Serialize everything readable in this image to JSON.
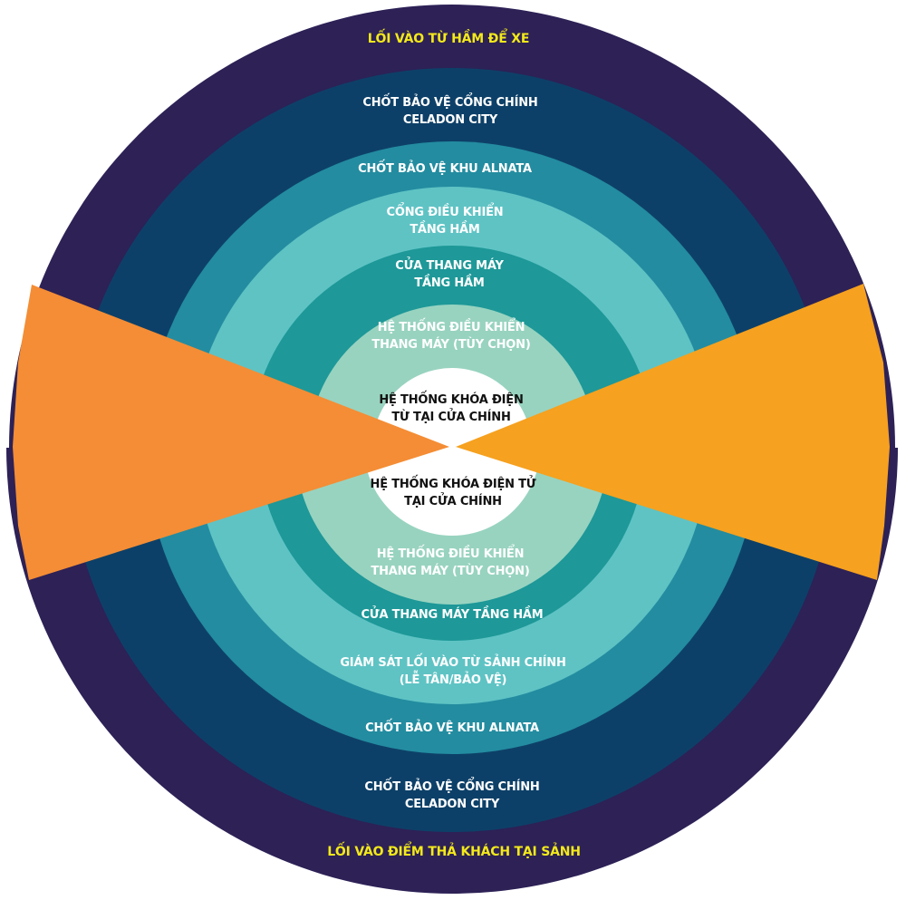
{
  "diagram": {
    "title": "Security layers diagram",
    "colors": {
      "ring_1_outer": "#2d2156",
      "ring_2": "#0d4068",
      "ring_3": "#238ca0",
      "ring_4": "#5fc3c4",
      "ring_5": "#1e9898",
      "ring_6": "#98d3c0",
      "core": "#ffffff",
      "wedge_left": "#f48d35",
      "wedge_right": "#f6a11f",
      "entry_text": "#f3e91a",
      "ring_text": "#ffffff",
      "core_text": "#111111"
    },
    "top": {
      "entry_label": "LỐI VÀO TỪ HẦM ĐỂ XE",
      "layers": [
        {
          "lines": [
            "CHỐT BẢO VỆ CỔNG CHÍNH",
            "CELADON CITY"
          ]
        },
        {
          "lines": [
            "CHỐT BẢO VỆ KHU ALNATA"
          ]
        },
        {
          "lines": [
            "CỔNG ĐIỀU KHIỂN",
            "TẦNG HẦM"
          ]
        },
        {
          "lines": [
            "CỬA THANG MÁY",
            "TẦNG HẦM"
          ]
        },
        {
          "lines": [
            "HỆ THỐNG ĐIỀU KHIỂN",
            "THANG MÁY (TÙY CHỌN)"
          ]
        }
      ],
      "core": {
        "lines": [
          "HỆ THỐNG KHÓA ĐIỆN",
          "TỪ TẠI CỬA CHÍNH"
        ]
      }
    },
    "bottom": {
      "entry_label": "LỐI VÀO ĐIỂM THẢ KHÁCH TẠI SẢNH",
      "layers": [
        {
          "lines": [
            "CHỐT BẢO VỆ CỔNG CHÍNH",
            "CELADON CITY"
          ]
        },
        {
          "lines": [
            "CHỐT BẢO VỆ KHU ALNATA"
          ]
        },
        {
          "lines": [
            "GIÁM SÁT LỐI VÀO TỪ SẢNH CHÍNH",
            "(LỄ TÂN/BẢO VỆ)"
          ]
        },
        {
          "lines": [
            "CỬA THANG MÁY TẦNG HẦM"
          ]
        },
        {
          "lines": [
            "HỆ THỐNG ĐIỀU KHIỂN",
            "THANG MÁY (TÙY CHỌN)"
          ]
        }
      ],
      "core": {
        "lines": [
          "HỆ THỐNG KHÓA ĐIỆN TỬ",
          "TẠI CỬA CHÍNH"
        ]
      }
    }
  }
}
